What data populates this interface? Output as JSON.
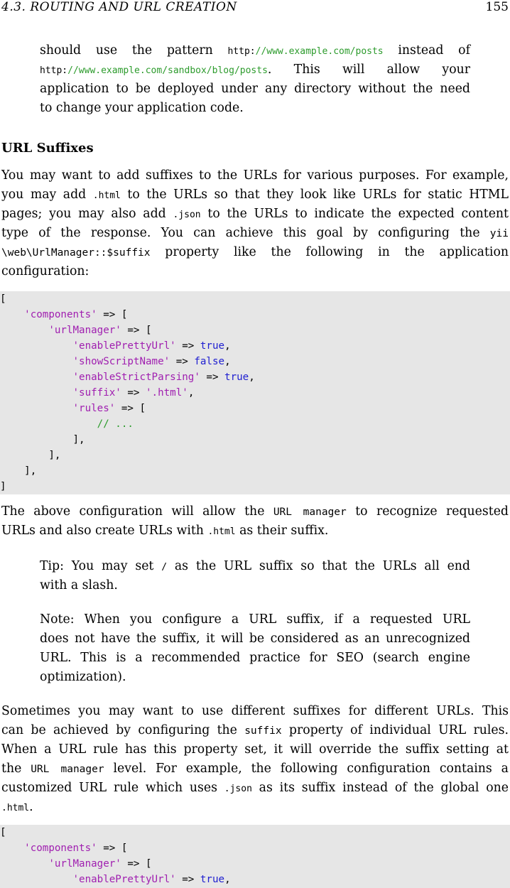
{
  "running_head": {
    "section": "4.3.  ROUTING AND URL CREATION",
    "page_number": "155"
  },
  "intro": {
    "line1_pre": "should use the pattern ",
    "line1_url_scheme": "http:",
    "line1_url_rest": "//www.example.com/posts",
    "line1_post": " instead of",
    "line2_url_scheme": "http:",
    "line2_url_rest": "//www.example.com/sandbox/blog/posts",
    "line2_post": ".  This will allow your",
    "line3": "application to be deployed under any directory without the need",
    "line4": "to change your application code."
  },
  "section_title": "URL Suffixes",
  "para1": {
    "l1": "You may want to add suffixes to the URLs for various purposes. For example,",
    "l2_pre": "you may add ",
    "l2_code": ".html",
    "l2_post": " to the URLs so that they look like URLs for static HTML",
    "l3_pre": "pages; you may also add ",
    "l3_code": ".json",
    "l3_post": " to the URLs to indicate the expected content",
    "l4_pre": "type of the response.  You can achieve this goal by configuring the ",
    "l4_code": "yii",
    "l5_code": "\\web\\UrlManager::$suffix",
    "l5_post": " property like the following in the application",
    "l6": "configuration:"
  },
  "code1": [
    "[",
    "    'components' => [",
    "        'urlManager' => [",
    "            'enablePrettyUrl' => true,",
    "            'showScriptName' => false,",
    "            'enableStrictParsing' => true,",
    "            'suffix' => '.html',",
    "            'rules' => [",
    "                // ...",
    "            ],",
    "        ],",
    "    ],",
    "]"
  ],
  "para2": {
    "l1_pre": "The above configuration will allow the ",
    "l1_code": "URL manager",
    "l1_post": " to recognize requested",
    "l2_pre": "URLs and also create URLs with ",
    "l2_code": ".html",
    "l2_post": " as their suffix."
  },
  "tip": {
    "l1_pre": "Tip: You may set ",
    "l1_code": "/",
    "l1_post": " as the URL suffix so that the URLs all end",
    "l2": "with a slash."
  },
  "note": {
    "l1": "Note:  When you configure a URL suffix, if a requested URL",
    "l2": "does not have the suffix, it will be considered as an unrecognized",
    "l3": "URL. This is a recommended practice for SEO (search engine",
    "l4": "optimization)."
  },
  "para3": {
    "l1": "Sometimes you may want to use different suffixes for different URLs.  This",
    "l2_pre": "can be achieved by configuring the ",
    "l2_code": "suffix",
    "l2_post": " property of individual URL rules.",
    "l3": "When a URL rule has this property set, it will override the suffix setting at",
    "l4_pre": "the ",
    "l4_code": "URL manager",
    "l4_post": " level. For example, the following configuration contains a",
    "l5_pre": "customized URL rule which uses ",
    "l5_code": ".json",
    "l5_post": " as its suffix instead of the global one",
    "l6_code": ".html",
    "l6_post": "."
  },
  "code2": [
    "[",
    "    'components' => [",
    "        'urlManager' => [",
    "            'enablePrettyUrl' => true,"
  ]
}
